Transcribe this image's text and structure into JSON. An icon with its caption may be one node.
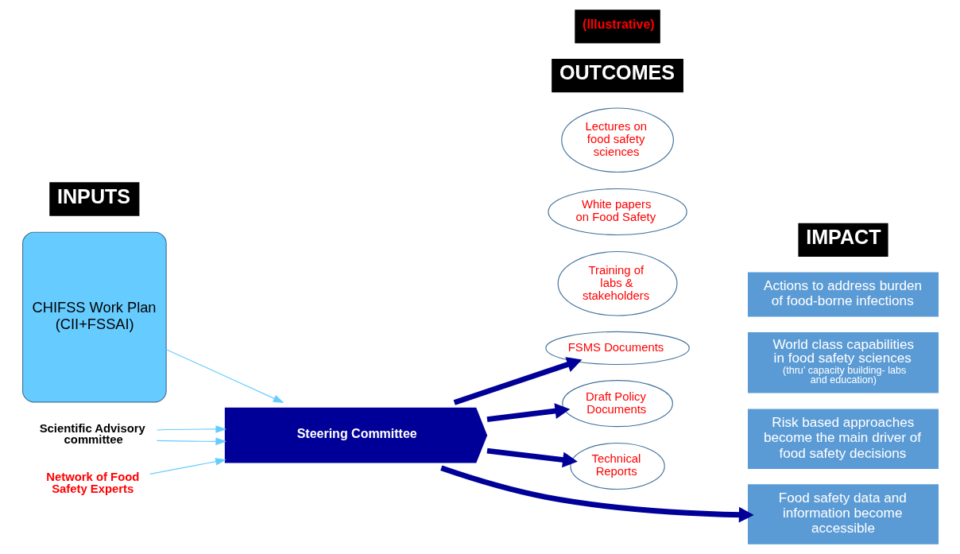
{
  "diagram": {
    "nodes": [
      {
        "text": [
          "CHIFSS Work Plan (CII+FSSAI)"
        ]
      },
      {
        "text": [
          "Scientific Advisory committee"
        ]
      },
      {
        "text": [
          "Network of Food Safety Experts"
        ]
      },
      {
        "text": [
          "Steering Committee"
        ]
      },
      {
        "text": [
          "FSMS Documents"
        ]
      },
      {
        "text": [
          "Training of labs & stakeholders"
        ]
      },
      {
        "text": [
          "Draft Policy Documents"
        ]
      },
      {
        "text": [
          "Technical Reports"
        ]
      },
      {
        "text": [
          "White papers on Food Safety"
        ]
      },
      {
        "text": [
          "Lectures on food safety sciences"
        ]
      },
      {
        "text": [
          "Risk based approaches become the main driver of food safety decisions"
        ]
      },
      {
        "text": [
          "World class capabilities in food safety sciences",
          "(thru’ capacity building- labs and education)"
        ]
      },
      {
        "text": [
          "Food safety data and information become accessible"
        ]
      },
      {
        "text": [
          "Actions to address burden of food-borne infections"
        ]
      }
    ],
    "edges": [
      {
        "from": 0,
        "to": 3,
        "arrow": "to",
        "color": "#66ccff"
      },
      {
        "from": 1,
        "to": 3,
        "arrow": "to",
        "color": "#66ccff"
      },
      {
        "from": 1,
        "to": 3,
        "arrow": "to",
        "color": "#66ccff"
      },
      {
        "from": 2,
        "to": 3,
        "arrow": "to",
        "color": "#66ccff"
      },
      {
        "from": 3,
        "to": 4,
        "arrow": "to",
        "style": "thick",
        "color": "#000099"
      },
      {
        "from": 3,
        "to": 6,
        "arrow": "to",
        "style": "thick",
        "color": "#000099"
      },
      {
        "from": 3,
        "to": 7,
        "arrow": "to",
        "style": "thick",
        "color": "#000099"
      },
      {
        "from": 3,
        "to": 12,
        "arrow": "to",
        "style": "thick",
        "color": "#000099"
      }
    ],
    "labels": [
      "INPUTS",
      "OUTCOMES",
      "(Illustrative)",
      "IMPACT"
    ]
  }
}
